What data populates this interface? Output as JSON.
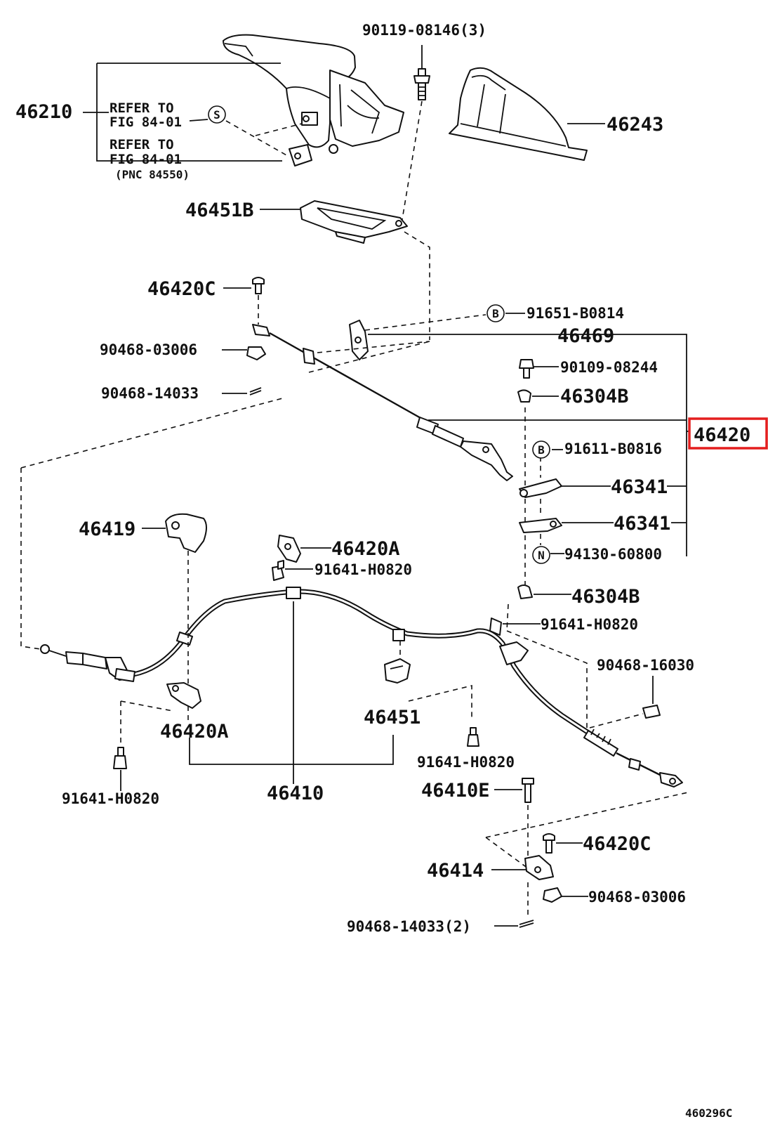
{
  "diagram_id": "460296C",
  "highlight_color": "#e41e1e",
  "labels": {
    "p90119_08146": "90119-08146(3)",
    "p46210": "46210",
    "refer1_a": "REFER TO",
    "refer1_b": "FIG 84-01",
    "refer2_a": "REFER TO",
    "refer2_b": "FIG 84-01",
    "refer2_c": "(PNC 84550)",
    "mark_s": "S",
    "p46243": "46243",
    "p46451B": "46451B",
    "p46420C_top": "46420C",
    "mark_b1": "B",
    "p91651_B0814": "91651-B0814",
    "p46469": "46469",
    "p90468_03006_top": "90468-03006",
    "p90109_08244": "90109-08244",
    "p90468_14033_top": "90468-14033",
    "p46304B_top": "46304B",
    "p46420_highlight": "46420",
    "mark_b2": "B",
    "p91611_B0816": "91611-B0816",
    "p46341_a": "46341",
    "p46341_b": "46341",
    "mark_n": "N",
    "p94130_60800": "94130-60800",
    "p46419": "46419",
    "p46420A_top": "46420A",
    "p91641_H0820_a": "91641-H0820",
    "p46304B_bottom": "46304B",
    "p91641_H0820_b": "91641-H0820",
    "p90468_16030": "90468-16030",
    "p46451": "46451",
    "p46420A_bottom": "46420A",
    "p91641_H0820_c": "91641-H0820",
    "p46410E": "46410E",
    "p91641_H0820_d": "91641-H0820",
    "p46410": "46410",
    "p46420C_bottom": "46420C",
    "p46414": "46414",
    "p90468_03006_bottom": "90468-03006",
    "p90468_14033_bottom": "90468-14033(2)"
  }
}
